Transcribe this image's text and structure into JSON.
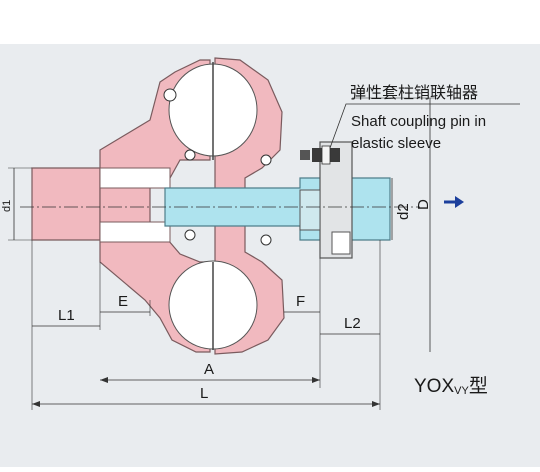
{
  "callout": {
    "chinese": "弹性套柱销联轴器",
    "english_line1": "Shaft coupling pin in",
    "english_line2": "elastic sleeve"
  },
  "dimensions": {
    "d1": "d1",
    "d2": "d2",
    "D": "D",
    "E": "E",
    "F": "F",
    "L1": "L1",
    "L2": "L2",
    "A": "A",
    "L": "L"
  },
  "model": {
    "prefix": "YOX",
    "subscript": "VY",
    "suffix": "型"
  },
  "colors": {
    "background": "#e9ecef",
    "housing": "#f1b9bf",
    "housing_stroke": "#7a5b5e",
    "shaft": "#aee3ee",
    "bolt": "#3a3a3a",
    "arrow": "#1c3f9c",
    "watermark": "#6b8fb8"
  },
  "icons": {
    "direction_arrow": "arrow-right-icon"
  }
}
